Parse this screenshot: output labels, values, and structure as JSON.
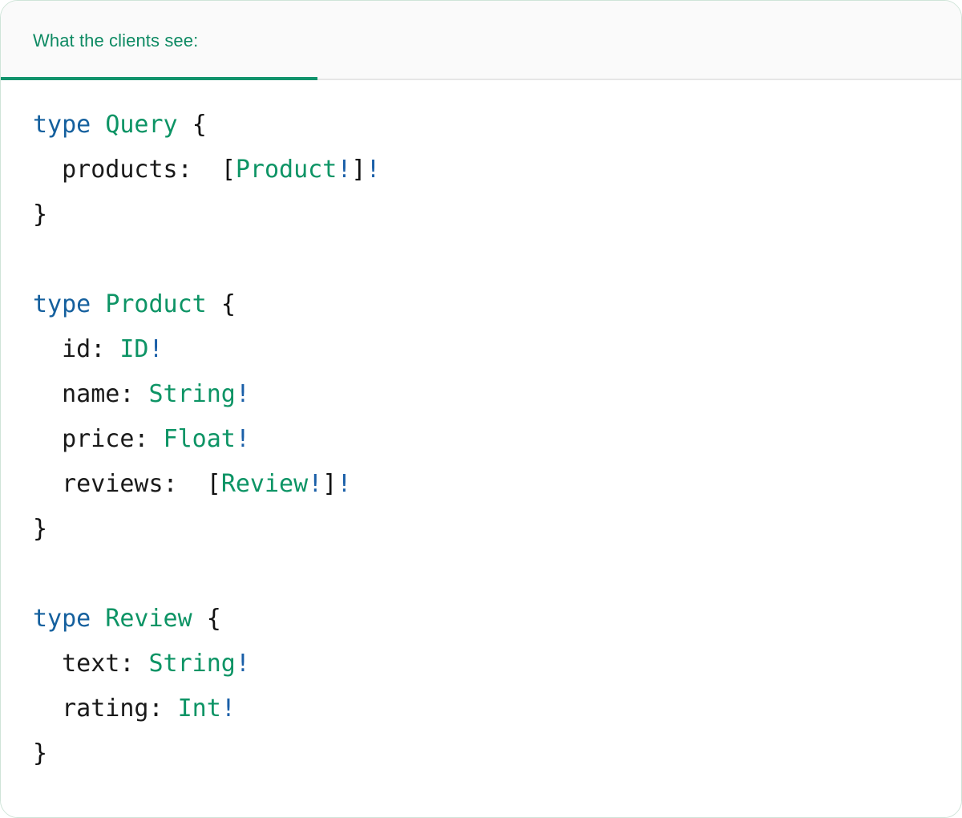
{
  "card": {
    "border_color": "#cfe4d8",
    "background": "#ffffff"
  },
  "header": {
    "background": "#fafafa",
    "active_tab": "What the clients see:",
    "accent_color": "#11936c",
    "label_color": "#0e8a63",
    "divider_color": "#e6e6e6",
    "tabs": [
      {
        "label": "What the clients see:",
        "active": true
      }
    ]
  },
  "editor": {
    "language": "graphql",
    "colors": {
      "keyword": "#15609e",
      "type_name": "#0d9465",
      "field_name": "#1a1a1a",
      "punctuation": "#111111",
      "non_null": "#1a5fa8"
    },
    "lines": [
      {
        "id": "query-open",
        "tokens": [
          {
            "t": "type",
            "k": "kw"
          },
          {
            "t": " ",
            "k": "plain"
          },
          {
            "t": "Query",
            "k": "type"
          },
          {
            "t": " ",
            "k": "plain"
          },
          {
            "t": "{",
            "k": "punct"
          }
        ]
      },
      {
        "id": "query-products",
        "tokens": [
          {
            "t": "  products:  ",
            "k": "field"
          },
          {
            "t": "[",
            "k": "punct"
          },
          {
            "t": "Product",
            "k": "type"
          },
          {
            "t": "!",
            "k": "bang"
          },
          {
            "t": "]",
            "k": "punct"
          },
          {
            "t": "!",
            "k": "bang"
          }
        ]
      },
      {
        "id": "query-close",
        "tokens": [
          {
            "t": "}",
            "k": "punct"
          }
        ]
      },
      {
        "id": "blank-1",
        "blank": true,
        "tokens": []
      },
      {
        "id": "product-open",
        "tokens": [
          {
            "t": "type",
            "k": "kw"
          },
          {
            "t": " ",
            "k": "plain"
          },
          {
            "t": "Product",
            "k": "type"
          },
          {
            "t": " ",
            "k": "plain"
          },
          {
            "t": "{",
            "k": "punct"
          }
        ]
      },
      {
        "id": "product-id",
        "tokens": [
          {
            "t": "  id: ",
            "k": "field"
          },
          {
            "t": "ID",
            "k": "type"
          },
          {
            "t": "!",
            "k": "bang"
          }
        ]
      },
      {
        "id": "product-name",
        "tokens": [
          {
            "t": "  name: ",
            "k": "field"
          },
          {
            "t": "String",
            "k": "type"
          },
          {
            "t": "!",
            "k": "bang"
          }
        ]
      },
      {
        "id": "product-price",
        "tokens": [
          {
            "t": "  price: ",
            "k": "field"
          },
          {
            "t": "Float",
            "k": "type"
          },
          {
            "t": "!",
            "k": "bang"
          }
        ]
      },
      {
        "id": "product-reviews",
        "tokens": [
          {
            "t": "  reviews:  ",
            "k": "field"
          },
          {
            "t": "[",
            "k": "punct"
          },
          {
            "t": "Review",
            "k": "type"
          },
          {
            "t": "!",
            "k": "bang"
          },
          {
            "t": "]",
            "k": "punct"
          },
          {
            "t": "!",
            "k": "bang"
          }
        ]
      },
      {
        "id": "product-close",
        "tokens": [
          {
            "t": "}",
            "k": "punct"
          }
        ]
      },
      {
        "id": "blank-2",
        "blank": true,
        "tokens": []
      },
      {
        "id": "review-open",
        "tokens": [
          {
            "t": "type",
            "k": "kw"
          },
          {
            "t": " ",
            "k": "plain"
          },
          {
            "t": "Review",
            "k": "type"
          },
          {
            "t": " ",
            "k": "plain"
          },
          {
            "t": "{",
            "k": "punct"
          }
        ]
      },
      {
        "id": "review-text",
        "tokens": [
          {
            "t": "  text: ",
            "k": "field"
          },
          {
            "t": "String",
            "k": "type"
          },
          {
            "t": "!",
            "k": "bang"
          }
        ]
      },
      {
        "id": "review-rating",
        "tokens": [
          {
            "t": "  rating: ",
            "k": "field"
          },
          {
            "t": "Int",
            "k": "type"
          },
          {
            "t": "!",
            "k": "bang"
          }
        ]
      },
      {
        "id": "review-close",
        "tokens": [
          {
            "t": "}",
            "k": "punct"
          }
        ]
      }
    ]
  }
}
